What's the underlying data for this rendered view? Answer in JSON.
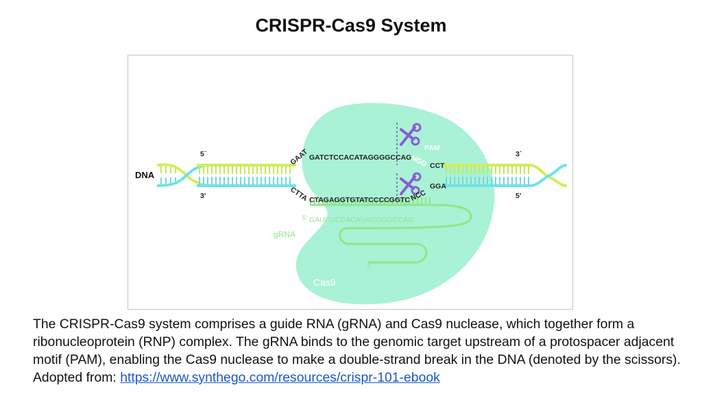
{
  "title": "CRISPR-Cas9 System",
  "diagram": {
    "dna_label": "DNA",
    "top_left_end": "5`",
    "bottom_left_end": "3'",
    "top_right_end": "3`",
    "bottom_right_end": "5'",
    "top_seq_prefix": "GAAT",
    "top_seq": "GATCTCCACATAGGGGCCAG",
    "top_pam": "NGG",
    "top_after_pam": "CCT",
    "bottom_seq_prefix": "CTTA",
    "bottom_seq": "CTAGAGGTGTATCCCCGGTC",
    "bottom_pam": "NCC",
    "bottom_after_pam": "GGA",
    "pam_label": "PAM",
    "grna_seq": "GAUCUCCACAUAGGGGCCAG",
    "grna_5": "5'",
    "grna_3": "3'",
    "grna_label": "gRNA",
    "cas9_label": "Cas9",
    "colors": {
      "cas9": "#a9f2d5",
      "grna": "#8fe68a",
      "dna_top": "#d3ee55",
      "dna_bottom": "#70e2e8",
      "scissors": "#8a5cd6",
      "text": "#222222"
    }
  },
  "caption": {
    "text": "The CRISPR-Cas9 system comprises a guide RNA (gRNA) and Cas9 nuclease, which together form a ribonucleoprotein (RNP) complex. The gRNA binds to the genomic target upstream of a protospacer adjacent motif (PAM), enabling the Cas9 nuclease to make a double-strand break in the DNA (denoted by the scissors). Adopted from: ",
    "link": "https://www.synthego.com/resources/crispr-101-ebook"
  }
}
